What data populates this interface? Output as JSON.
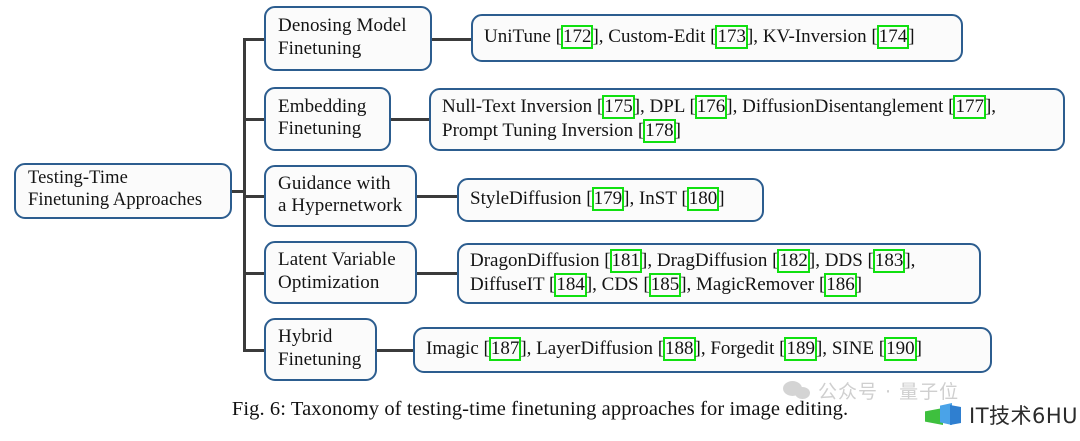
{
  "figure": {
    "caption": "Fig. 6: Taxonomy of testing-time finetuning approaches for image editing.",
    "root": {
      "label": "Testing-Time\nFinetuning Approaches"
    },
    "colors": {
      "box_border": "#2c5d8f",
      "box_fill": "#fbfbfb",
      "connector": "#3b3b3b",
      "citation_highlight": "#10e010",
      "text": "#141414"
    },
    "branches": [
      {
        "category": "Denosing Model\nFinetuning",
        "items": [
          {
            "name": "UniTune",
            "citation": "172",
            "sep": ", "
          },
          {
            "name": "Custom-Edit",
            "citation": "173",
            "sep": ", "
          },
          {
            "name": "KV-Inversion",
            "citation": "174",
            "sep": ""
          }
        ]
      },
      {
        "category": "Embedding\nFinetuning",
        "items": [
          {
            "name": "Null-Text Inversion",
            "citation": "175",
            "sep": ", "
          },
          {
            "name": "DPL",
            "citation": "176",
            "sep": ", "
          },
          {
            "name": "DiffusionDisentanglement",
            "citation": "177",
            "sep": ",\n"
          },
          {
            "name": "Prompt Tuning Inversion",
            "citation": "178",
            "sep": ""
          }
        ]
      },
      {
        "category": "Guidance with\na Hypernetwork",
        "items": [
          {
            "name": "StyleDiffusion",
            "citation": "179",
            "sep": ", "
          },
          {
            "name": "InST",
            "citation": "180",
            "sep": ""
          }
        ]
      },
      {
        "category": "Latent Variable\nOptimization",
        "items": [
          {
            "name": "DragonDiffusion",
            "citation": "181",
            "sep": ", "
          },
          {
            "name": "DragDiffusion",
            "citation": "182",
            "sep": ", "
          },
          {
            "name": "DDS",
            "citation": "183",
            "sep": ",\n"
          },
          {
            "name": "DiffuseIT",
            "citation": "184",
            "sep": ", "
          },
          {
            "name": "CDS",
            "citation": "185",
            "sep": ", "
          },
          {
            "name": "MagicRemover",
            "citation": "186",
            "sep": ""
          }
        ]
      },
      {
        "category": "Hybrid\nFinetuning",
        "items": [
          {
            "name": "Imagic",
            "citation": "187",
            "sep": ", "
          },
          {
            "name": "LayerDiffusion",
            "citation": "188",
            "sep": ", "
          },
          {
            "name": "Forgedit",
            "citation": "189",
            "sep": ", "
          },
          {
            "name": "SINE",
            "citation": "190",
            "sep": ""
          }
        ]
      }
    ]
  },
  "watermarks": {
    "wechat_text": "公众号 · 量子位",
    "ithu_text": "IT技术6HU"
  }
}
